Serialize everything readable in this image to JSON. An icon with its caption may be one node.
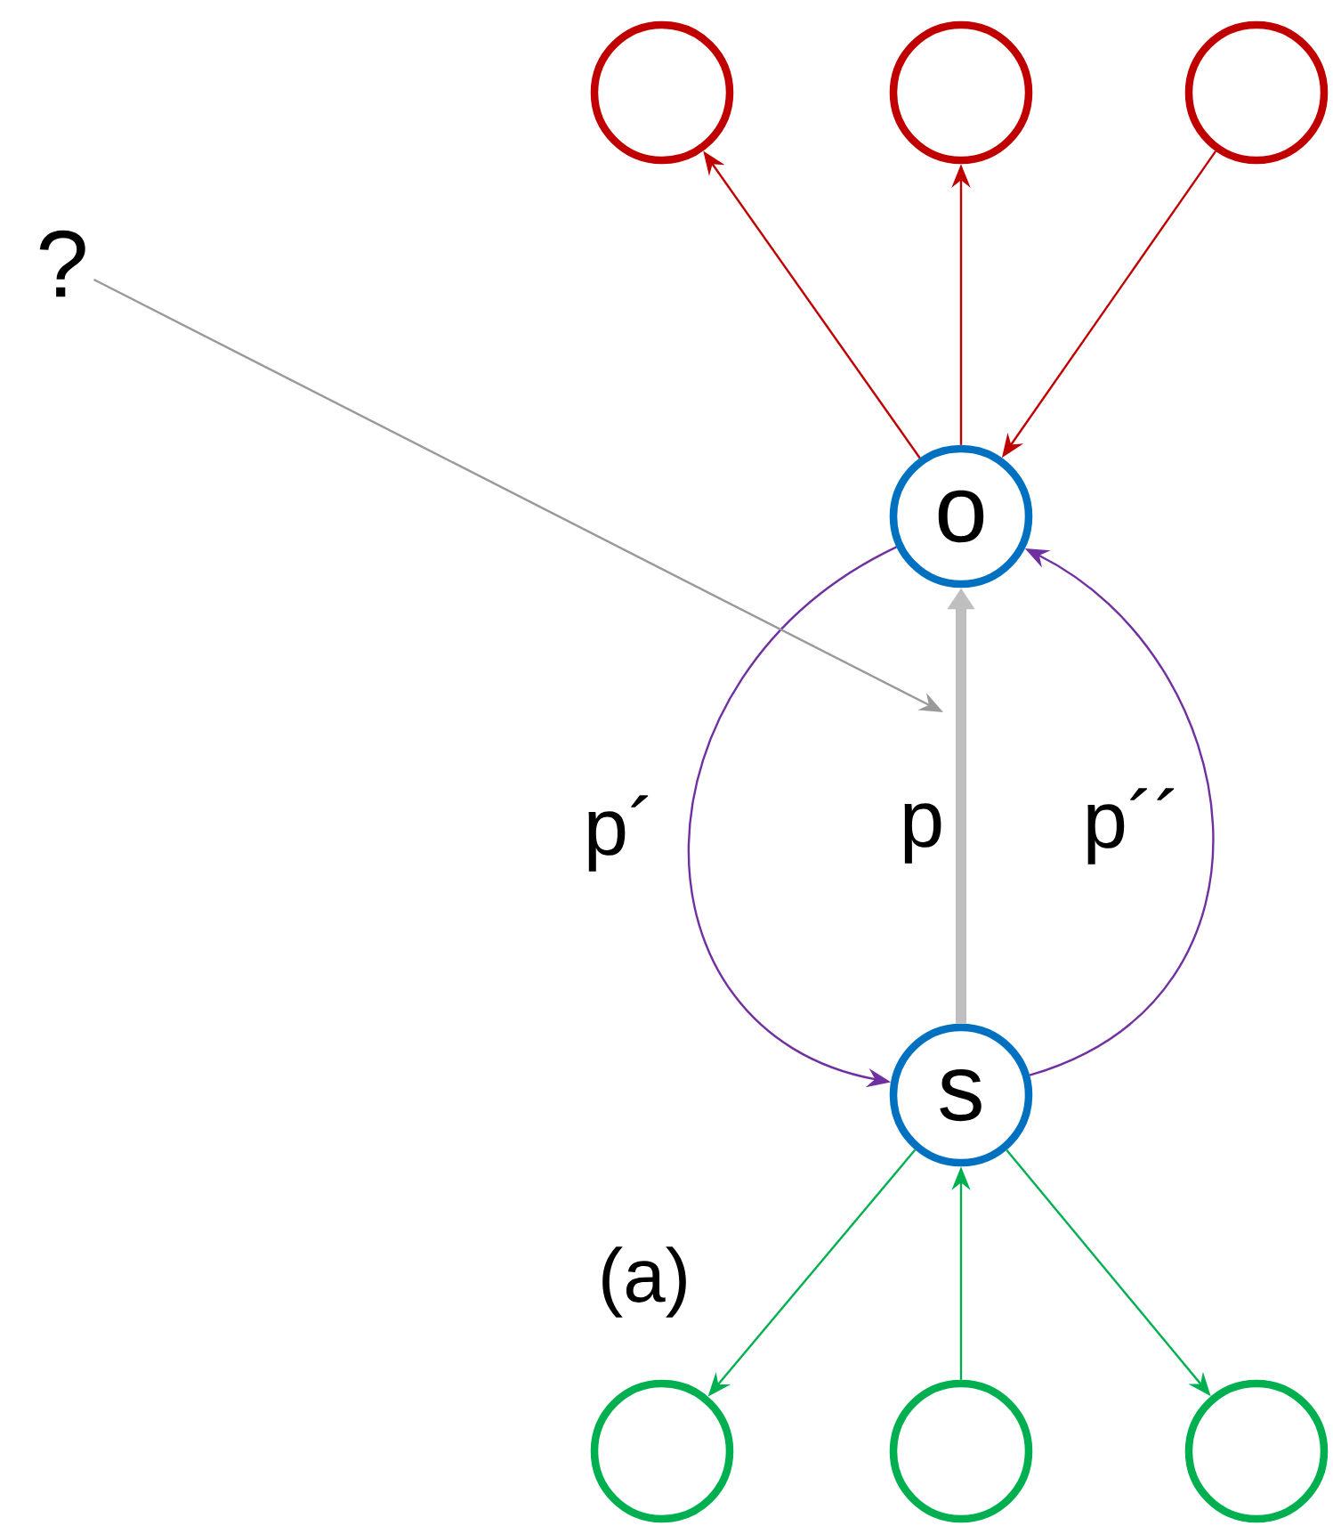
{
  "diagram": {
    "nodes": [
      {
        "text": [
          "?"
        ]
      },
      {
        "text": [],
        "shape": "circle"
      },
      {
        "text": [],
        "shape": "circle"
      },
      {
        "text": [],
        "shape": "circle"
      },
      {
        "text": [
          "o"
        ]
      },
      {
        "text": [
          "s"
        ]
      },
      {
        "text": [],
        "shape": "circle"
      },
      {
        "text": [],
        "shape": "circle"
      },
      {
        "text": [],
        "shape": "circle"
      }
    ],
    "edges": [
      {
        "from": 4,
        "to": 1,
        "arrow": "to",
        "color": "#c00000"
      },
      {
        "from": 4,
        "to": 2,
        "arrow": "to",
        "color": "#c00000"
      },
      {
        "from": 3,
        "to": 4,
        "arrow": "to",
        "color": "#c00000"
      },
      {
        "from": 5,
        "to": 4,
        "arrow": "to",
        "label": "p",
        "style": "thick",
        "color": "#bfbfbf"
      },
      {
        "from": 4,
        "to": 5,
        "arrow": "to",
        "label": "p´",
        "color": "#7030a0"
      },
      {
        "from": 5,
        "to": 4,
        "arrow": "to",
        "label": "p´´",
        "color": "#7030a0"
      },
      {
        "from": 0,
        "to": null,
        "arrow": "to",
        "color": "#999999"
      },
      {
        "from": 5,
        "to": 6,
        "arrow": "to",
        "color": "#00b050"
      },
      {
        "from": 7,
        "to": 5,
        "arrow": "to",
        "color": "#00b050"
      },
      {
        "from": 5,
        "to": 8,
        "arrow": "to",
        "color": "#00b050"
      }
    ],
    "labels": [
      "(a)"
    ]
  }
}
